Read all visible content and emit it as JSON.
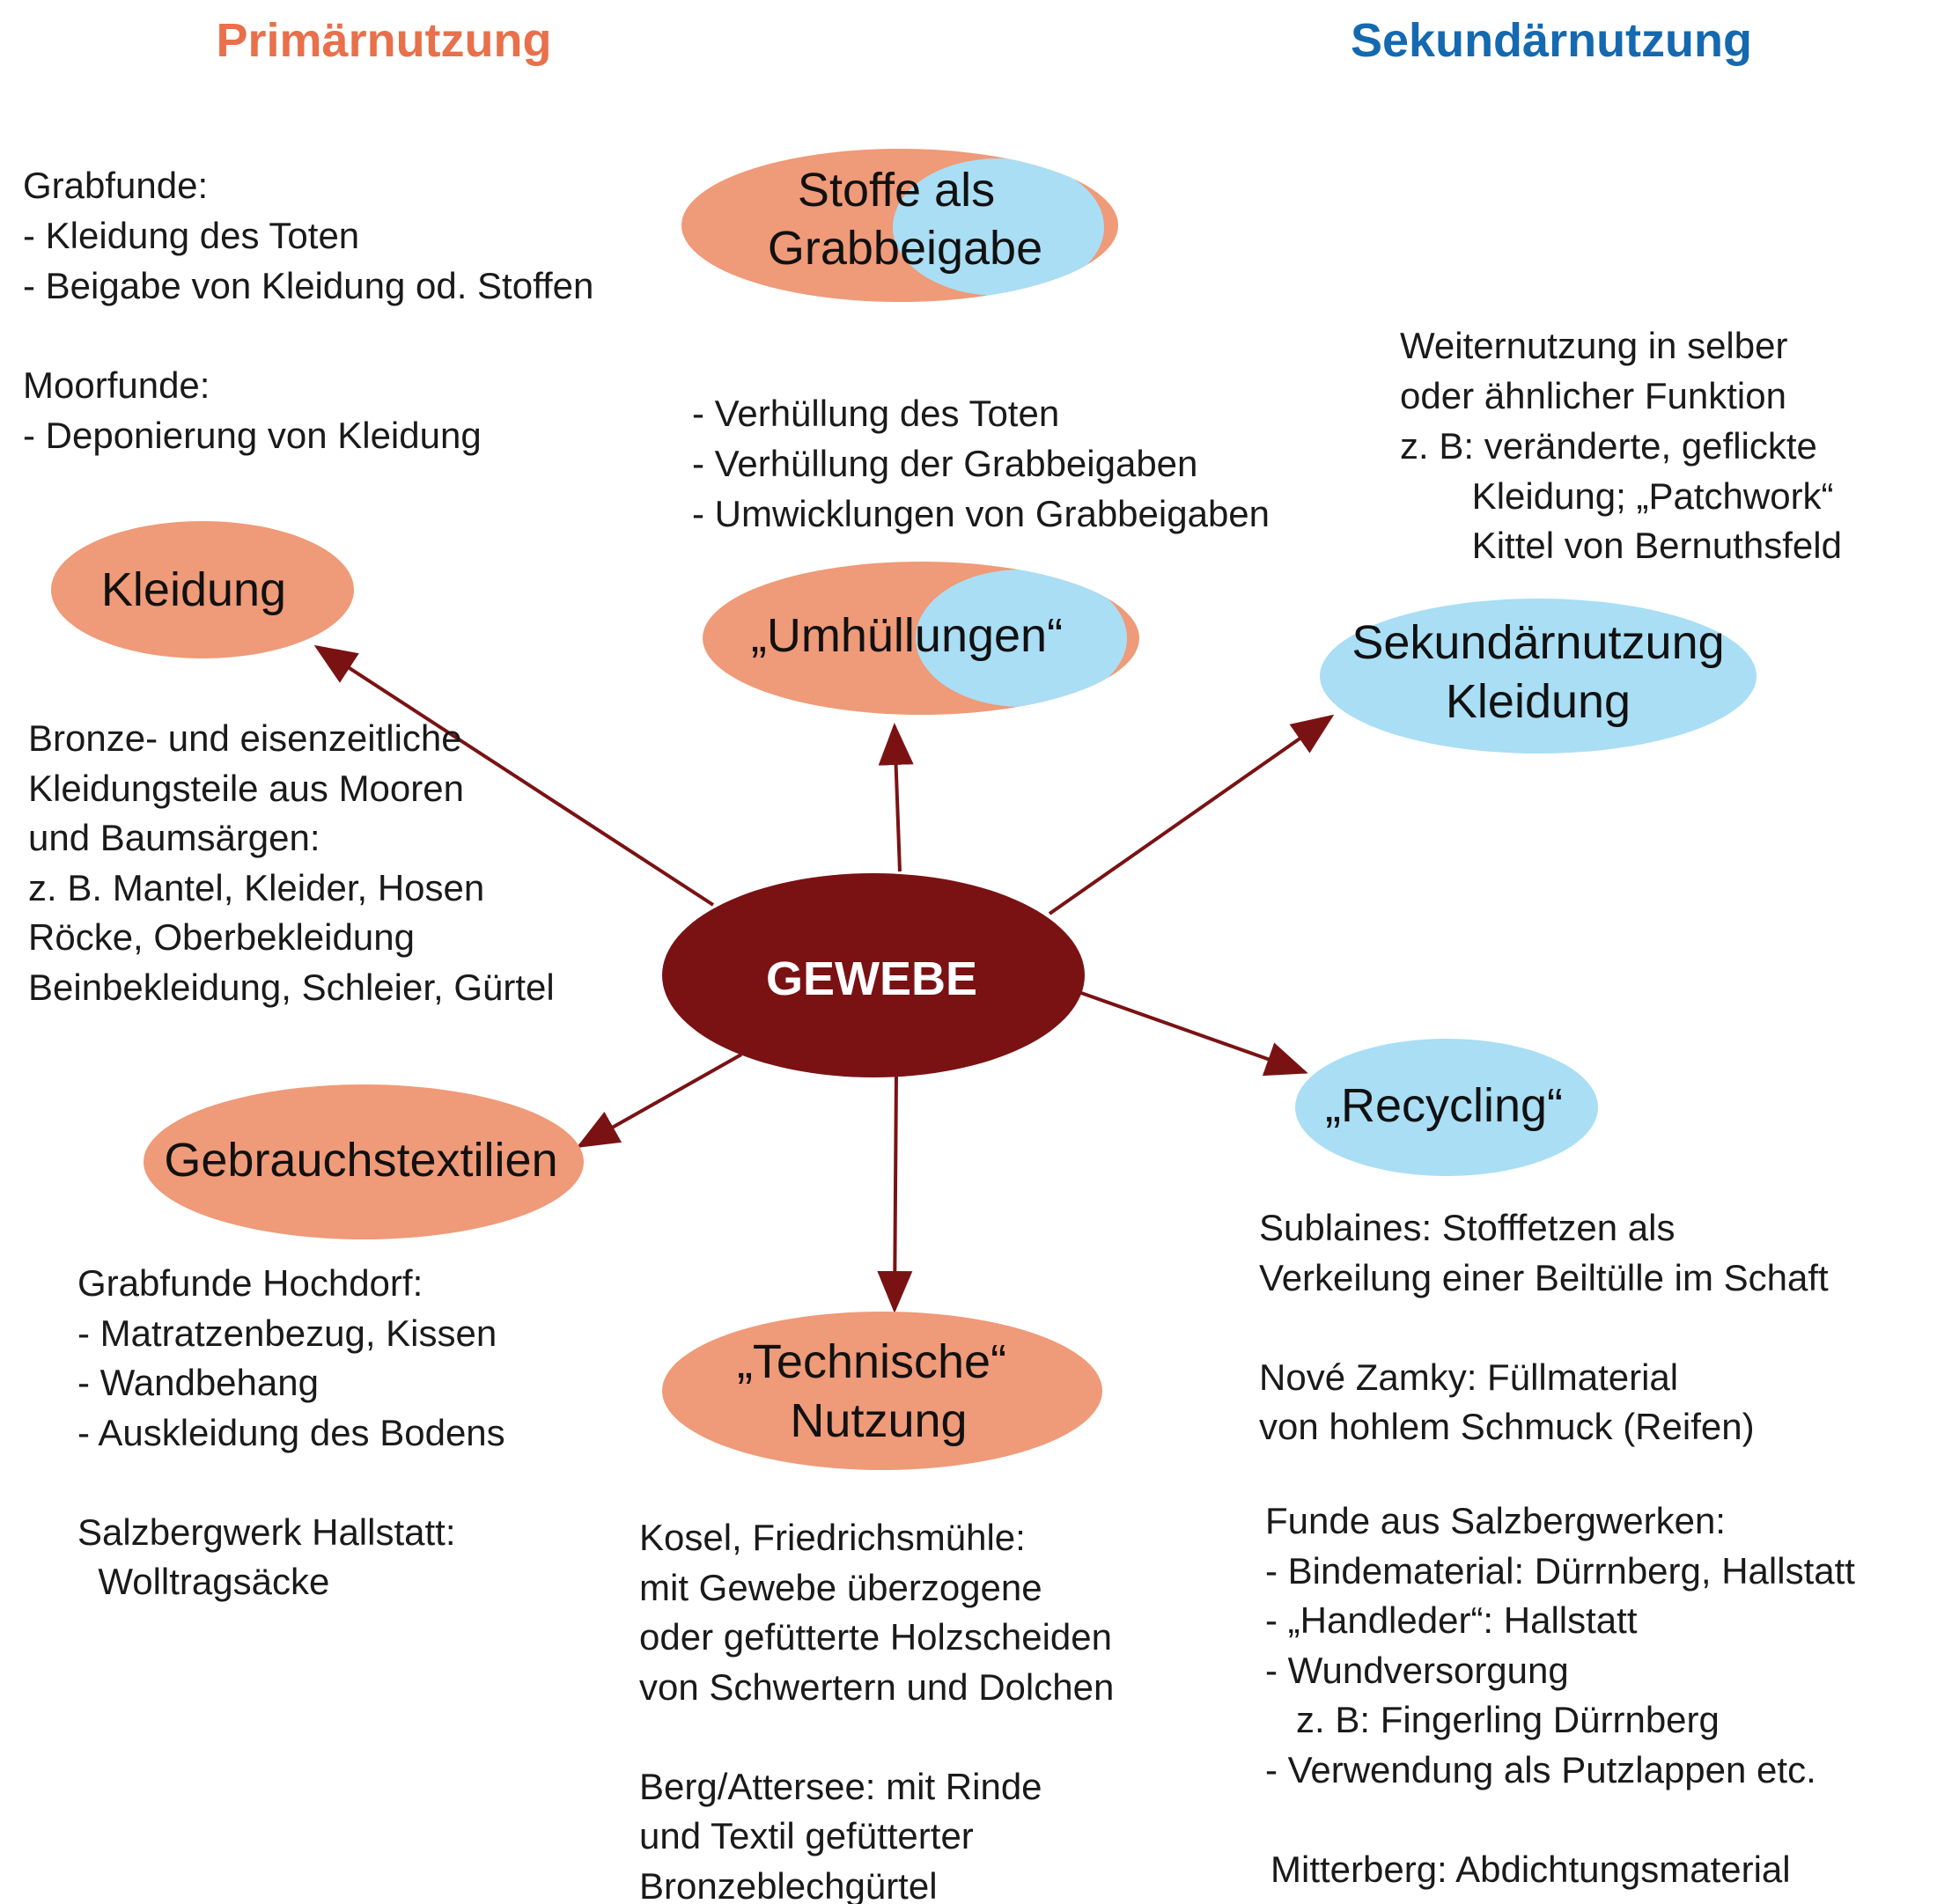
{
  "colors": {
    "primary": "#ef9a78",
    "secondary": "#a9def5",
    "hub": "#7a1214",
    "arrow": "#7a1214",
    "heading_primary": "#e8704a",
    "heading_secondary": "#1469b0",
    "text": "#1a1a1a"
  },
  "headings": {
    "primary": "Primärnutzung",
    "secondary": "Sekundärnutzung"
  },
  "hub": {
    "label": "GEWEBE"
  },
  "nodes": {
    "kleidung": {
      "lines": [
        "Kleidung"
      ]
    },
    "stoffe": {
      "lines": [
        "Stoffe als",
        "Grabbeigabe"
      ]
    },
    "umhuellungen": {
      "lines": [
        "„Umhüllungen“"
      ]
    },
    "sek_kleidung": {
      "lines": [
        "Sekundärnutzung",
        "Kleidung"
      ]
    },
    "recycling": {
      "lines": [
        "„Recycling“"
      ]
    },
    "technische": {
      "lines": [
        "„Technische“",
        "Nutzung"
      ]
    },
    "gebrauch": {
      "lines": [
        "Gebrauchstextilien"
      ]
    }
  },
  "blocks": {
    "grabfunde": [
      "Grabfunde:",
      "- Kleidung des Toten",
      "- Beigabe von Kleidung od. Stoffen",
      "",
      "Moorfunde:",
      "- Deponierung von Kleidung"
    ],
    "verhuellung": [
      "- Verhüllung des Toten",
      "- Verhüllung der Grabbeigaben",
      "- Umwicklungen von Grabbeigaben"
    ],
    "weiternutzung": [
      "Weiternutzung in selber",
      "oder ähnlicher Funktion",
      "z. B: veränderte, geflickte",
      "       Kleidung; „Patchwork“",
      "       Kittel von Bernuthsfeld"
    ],
    "bronze": [
      "Bronze- und eisenzeitliche",
      "Kleidungsteile aus Mooren",
      "und Baumsärgen:",
      "z. B. Mantel, Kleider, Hosen",
      "Röcke, Oberbekleidung",
      "Beinbekleidung, Schleier, Gürtel"
    ],
    "hochdorf": [
      "Grabfunde Hochdorf:",
      "- Matratzenbezug, Kissen",
      "- Wandbehang",
      "- Auskleidung des Bodens",
      "",
      "Salzbergwerk Hallstatt:",
      "  Wolltragsäcke"
    ],
    "kosel": [
      "Kosel, Friedrichsmühle:",
      "mit Gewebe überzogene",
      "oder gefütterte Holzscheiden",
      "von Schwertern und Dolchen",
      "",
      "Berg/Attersee: mit Rinde",
      "und Textil gefütterter",
      "Bronzeblechgürtel"
    ],
    "sublaines": [
      "Sublaines: Stofffetzen als",
      "Verkeilung einer Beiltülle im Schaft",
      "",
      "Nové Zamky: Füllmaterial",
      "von hohlem Schmuck (Reifen)"
    ],
    "salzberg": [
      "Funde aus Salzbergwerken:",
      "- Bindematerial: Dürrnberg, Hallstatt",
      "- „Handleder“: Hallstatt",
      "- Wundversorgung",
      "   z. B: Fingerling Dürrnberg",
      "- Verwendung als Putzlappen etc.",
      "",
      "Mitterberg: Abdichtungsmaterial"
    ]
  }
}
